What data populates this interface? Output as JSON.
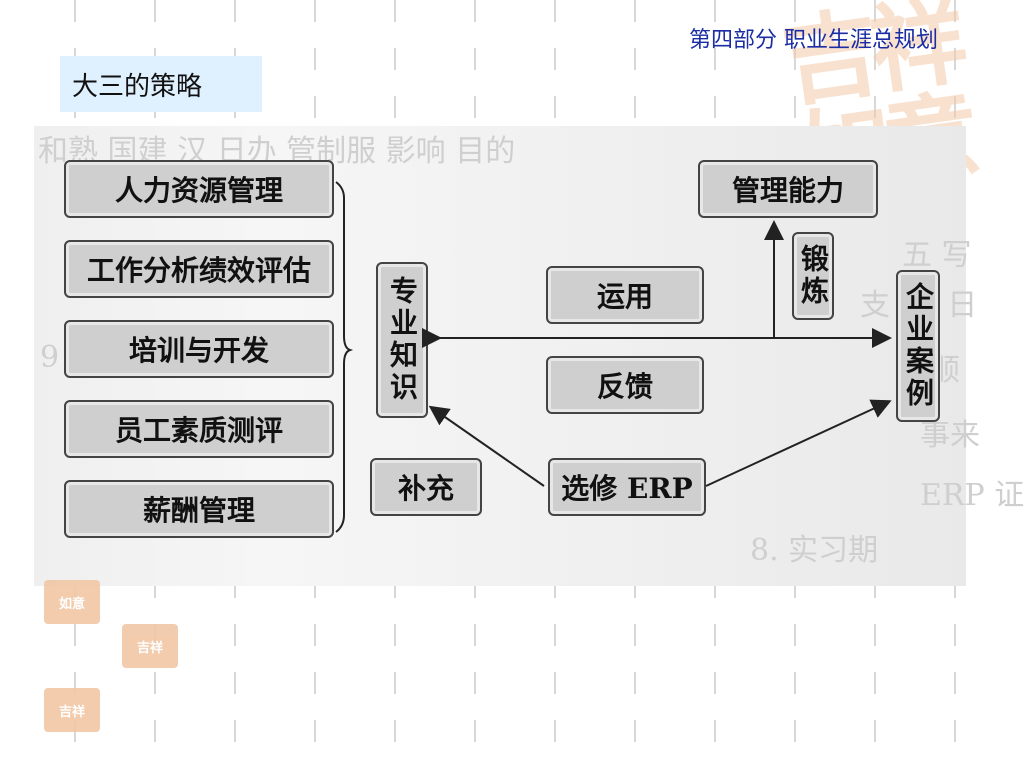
{
  "header": {
    "section": "第四部分 职业生涯总规划"
  },
  "title": "大三的策略",
  "left_items": [
    "人力资源管理",
    "工作分析绩效评估",
    "培训与开发",
    "员工素质测评",
    "薪酬管理"
  ],
  "center": {
    "knowledge": "专业知识",
    "apply": "运用",
    "feedback": "反馈",
    "supplement": "补充",
    "elective": "选修 ERP",
    "practice": "锻炼",
    "management": "管理能力",
    "cases": "企业案例"
  }
}
